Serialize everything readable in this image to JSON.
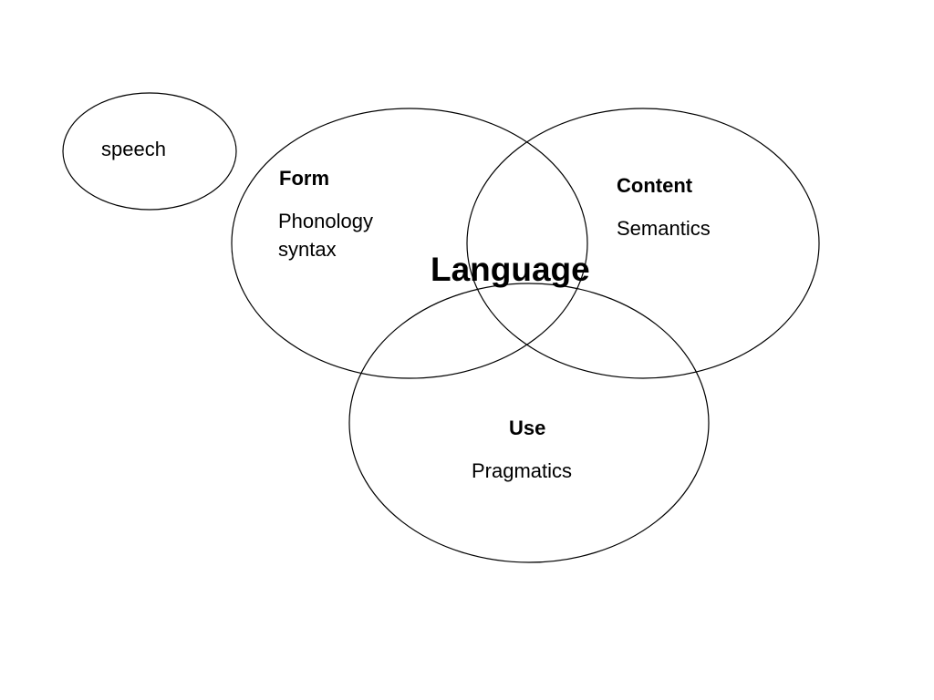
{
  "diagram": {
    "outside_label": "speech",
    "center_label": "Language",
    "form": {
      "heading": "Form",
      "line1": "Phonology",
      "line2": "syntax"
    },
    "content": {
      "heading": "Content",
      "line1": "Semantics"
    },
    "use": {
      "heading": "Use",
      "line1": "Pragmatics"
    },
    "colors": {
      "stroke": "#000000",
      "background": "#ffffff"
    }
  }
}
